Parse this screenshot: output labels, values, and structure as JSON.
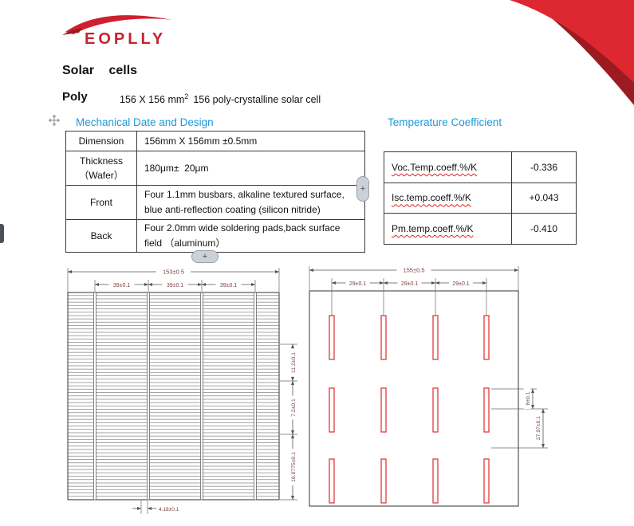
{
  "page": {
    "brand": "EOPLLY",
    "title": "Solar cells",
    "poly": "Poly",
    "subtitle": {
      "pre": "156 X 156 mm",
      "sup": "2",
      "post": "156 poly-crystalline solar cell"
    }
  },
  "colors": {
    "accent_blue": "#1b9bd8",
    "brand_red": "#c8232e",
    "ribbon_red": "#dd2731",
    "ribbon_dark_red": "#9c1a22",
    "pad_red": "#e23a3a",
    "table_border": "#3a3a3a"
  },
  "icons": {
    "plus": "+"
  },
  "mechanical": {
    "heading": "Mechanical Date and Design",
    "rows": [
      {
        "label_lines": [
          "Dimension"
        ],
        "value_lines": [
          "156mm X 156mm ±0.5mm"
        ]
      },
      {
        "label_lines": [
          "Thickness",
          "（Wafer）"
        ],
        "value_lines": [
          "180μm±  20μm"
        ]
      },
      {
        "label_lines": [
          "Front"
        ],
        "value_lines": [
          "Four 1.1mm busbars, alkaline textured surface,",
          "blue anti-reflection coating (silicon nitride)"
        ]
      },
      {
        "label_lines": [
          "Back"
        ],
        "value_lines": [
          "Four 2.0mm wide soldering pads,back surface",
          "field （aluminum）"
        ]
      }
    ]
  },
  "temperature": {
    "heading": "Temperature Coefficient",
    "rows": [
      {
        "label": "Voc.Temp.coeff.%/K",
        "value": "-0.336"
      },
      {
        "label": "Isc.temp.coeff.%/K",
        "value": "+0.043"
      },
      {
        "label": "Pm.temp.coeff.%/K",
        "value": "-0.410"
      }
    ]
  },
  "front_drawing": {
    "overall_width": "153±0.5",
    "pitch": [
      "39±0.1",
      "39±0.1",
      "39±0.1"
    ],
    "right_dims": [
      "11.2±0.1",
      "7.2±0.1",
      "16.0775±0.1"
    ],
    "bottom_dim": "4.18±0.1"
  },
  "back_drawing": {
    "overall_width": "155±0.5",
    "pitch": [
      "29±0.1",
      "29±0.1",
      "29±0.1"
    ],
    "right_dims": [
      "8±0.1",
      "27.97±0.1"
    ]
  }
}
